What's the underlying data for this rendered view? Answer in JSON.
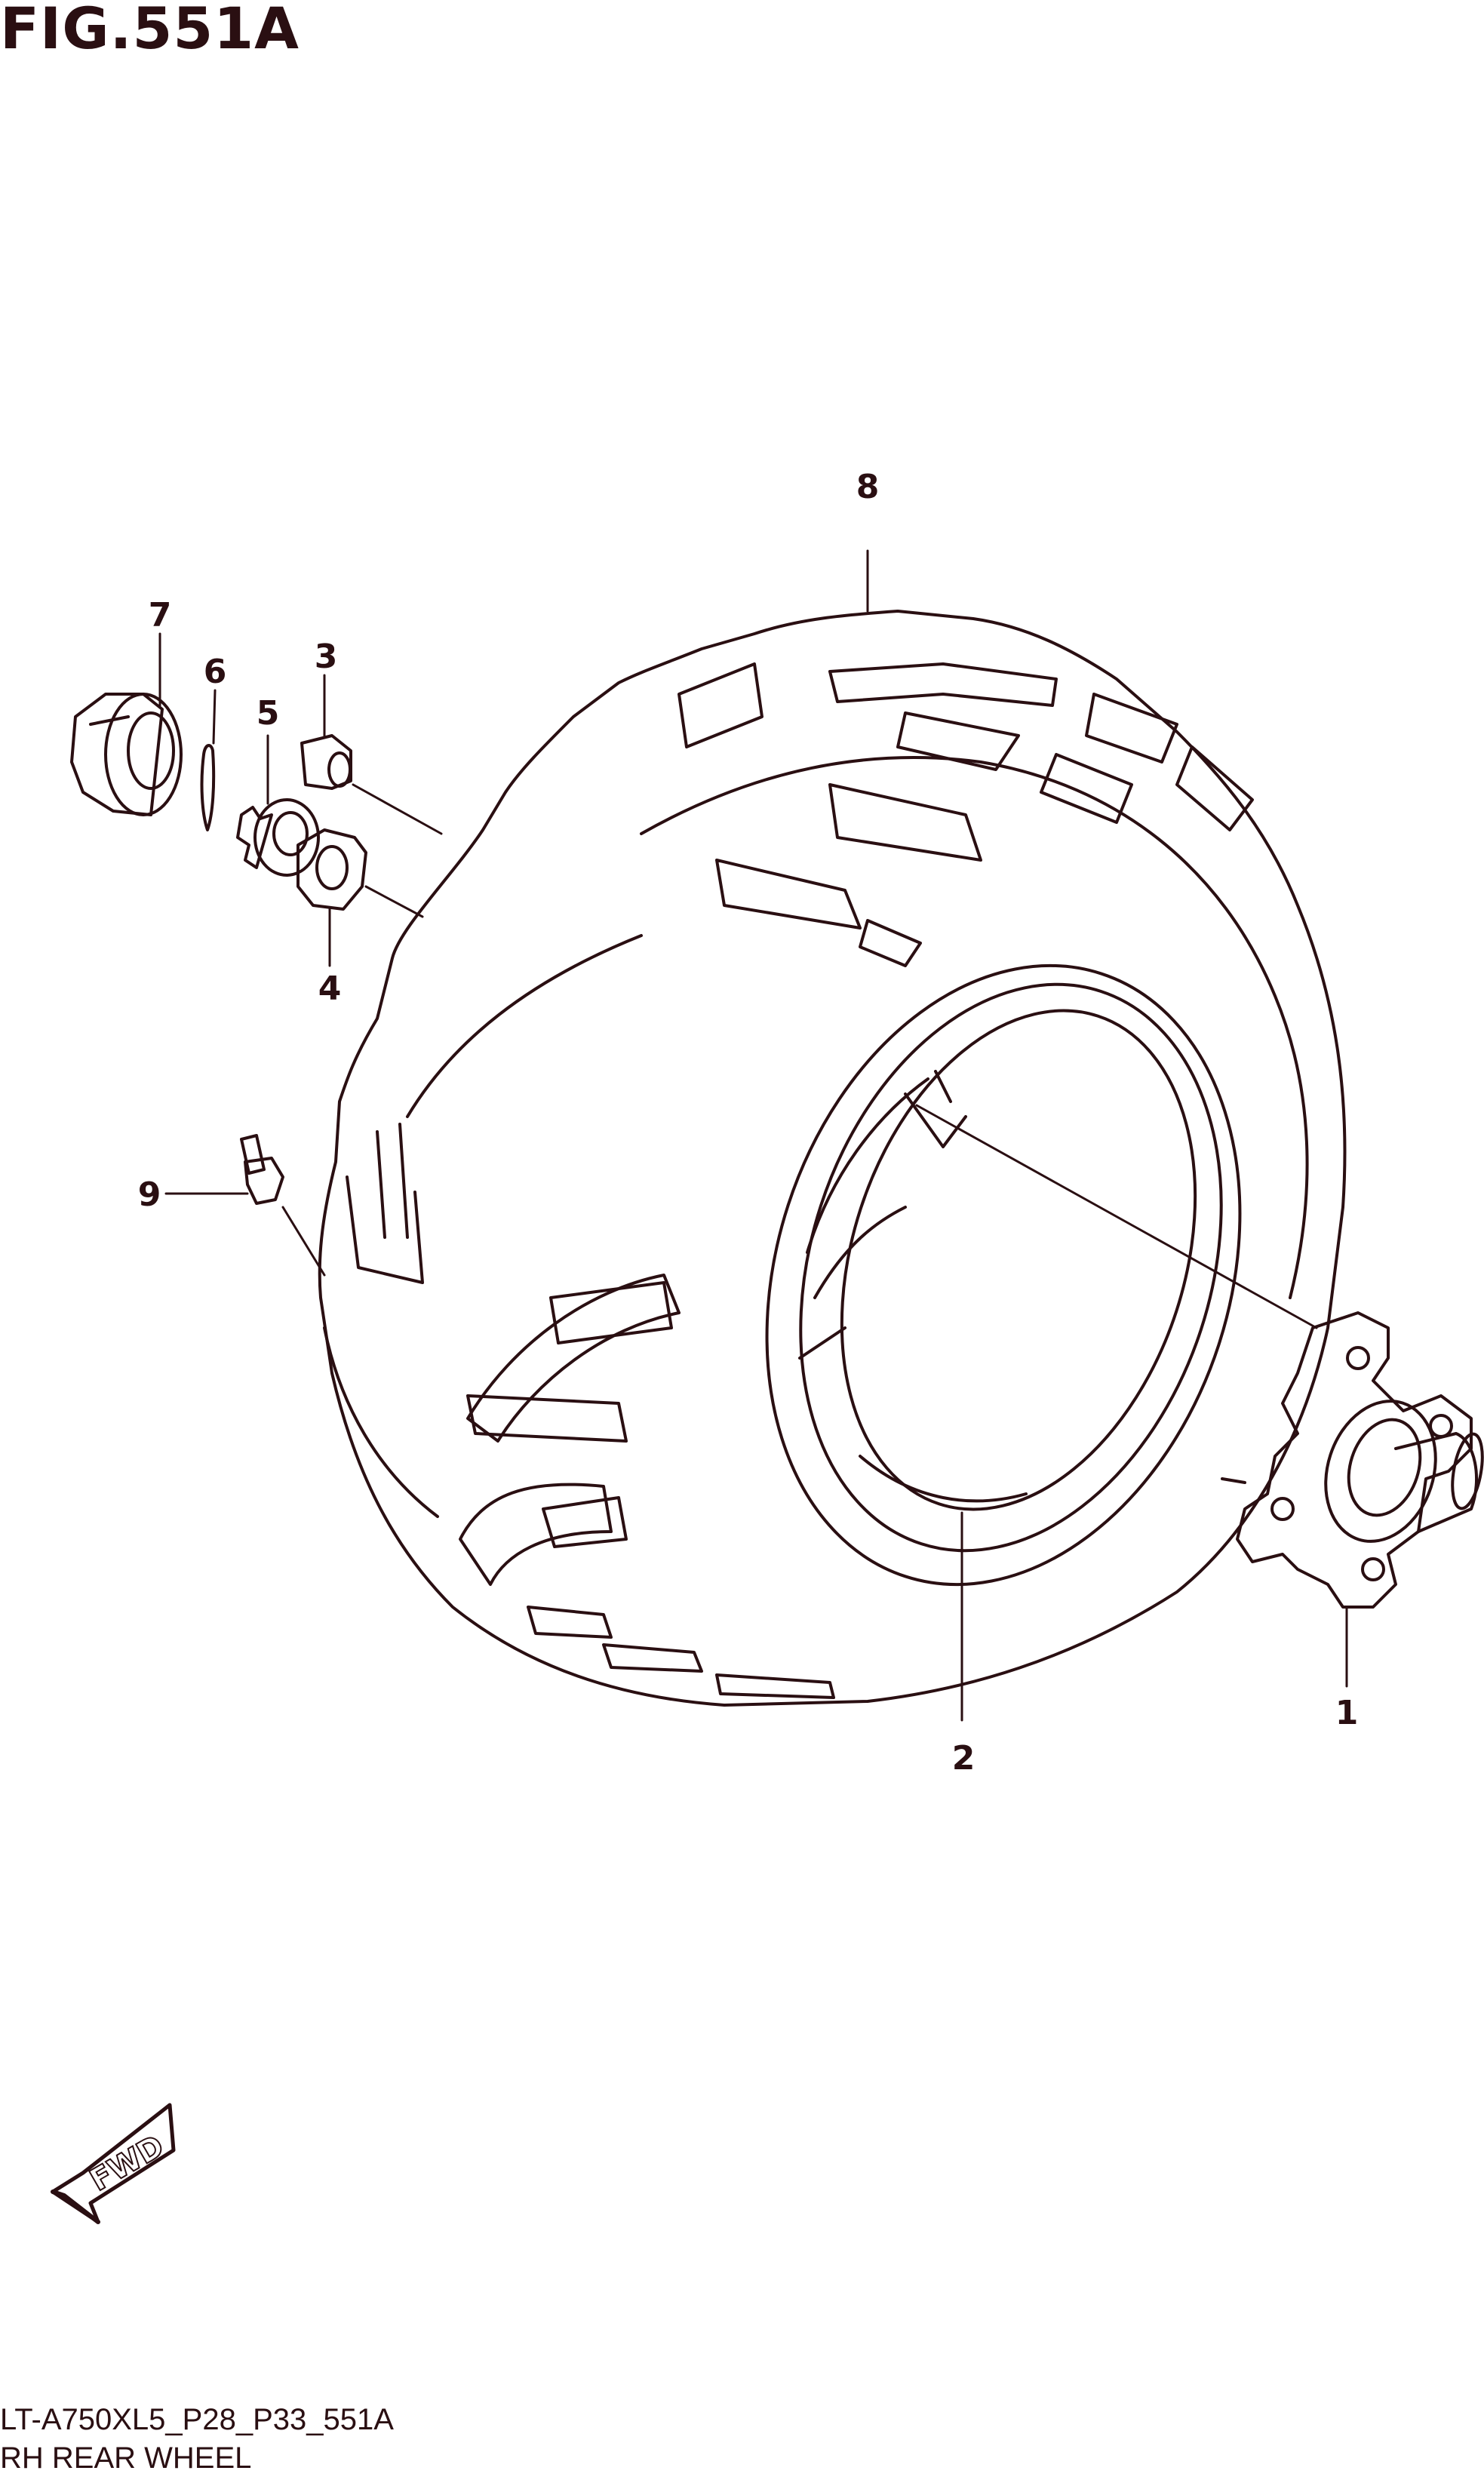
{
  "figure": {
    "title": "FIG.551A",
    "code": "LT-A750XL5_P28_P33_551A",
    "name": "RH REAR WHEEL"
  },
  "fwd_badge": {
    "label": "FWD",
    "icon": "forward-arrow-icon"
  },
  "callouts": [
    {
      "id": "1",
      "part": "hub-icon"
    },
    {
      "id": "2",
      "part": "wheel-rim-icon"
    },
    {
      "id": "3",
      "part": "nut-icon"
    },
    {
      "id": "4",
      "part": "washer-icon"
    },
    {
      "id": "5",
      "part": "castle-nut-icon"
    },
    {
      "id": "6",
      "part": "cotter-pin-icon"
    },
    {
      "id": "7",
      "part": "hub-cap-icon"
    },
    {
      "id": "8",
      "part": "tire-icon"
    },
    {
      "id": "9",
      "part": "valve-icon"
    }
  ],
  "colors": {
    "ink": "#2a0f12",
    "background": "#ffffff"
  }
}
